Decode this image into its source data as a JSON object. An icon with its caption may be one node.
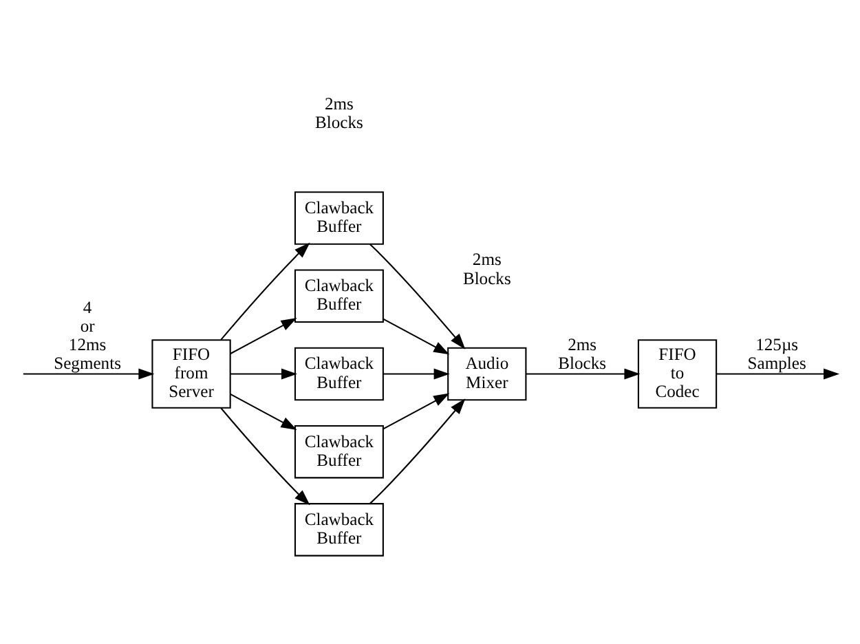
{
  "diagram": {
    "nodes": [
      {
        "text": [
          "FIFO from Server"
        ]
      },
      {
        "text": [
          "Clawback Buffer"
        ]
      },
      {
        "text": [
          "Clawback Buffer"
        ]
      },
      {
        "text": [
          "Clawback Buffer"
        ]
      },
      {
        "text": [
          "Clawback Buffer"
        ]
      },
      {
        "text": [
          "Clawback Buffer"
        ]
      },
      {
        "text": [
          "Audio Mixer"
        ]
      },
      {
        "text": [
          "FIFO to Codec"
        ]
      }
    ],
    "edges": [
      {
        "from": null,
        "to": 0,
        "arrow": "to",
        "label": "4 or 12ms Segments"
      },
      {
        "from": 0,
        "to": 1,
        "arrow": "to"
      },
      {
        "from": 0,
        "to": 2,
        "arrow": "to"
      },
      {
        "from": 0,
        "to": 3,
        "arrow": "to"
      },
      {
        "from": 0,
        "to": 4,
        "arrow": "to"
      },
      {
        "from": 0,
        "to": 5,
        "arrow": "to"
      },
      {
        "from": 1,
        "to": 6,
        "arrow": "to"
      },
      {
        "from": 2,
        "to": 6,
        "arrow": "to"
      },
      {
        "from": 3,
        "to": 6,
        "arrow": "to"
      },
      {
        "from": 4,
        "to": 6,
        "arrow": "to"
      },
      {
        "from": 5,
        "to": 6,
        "arrow": "to"
      },
      {
        "from": 6,
        "to": 7,
        "arrow": "to",
        "label": "2ms Blocks"
      },
      {
        "from": 7,
        "to": null,
        "arrow": "to",
        "label": "125µs Samples"
      }
    ],
    "labels": [
      "2ms Blocks",
      "2ms Blocks"
    ]
  }
}
